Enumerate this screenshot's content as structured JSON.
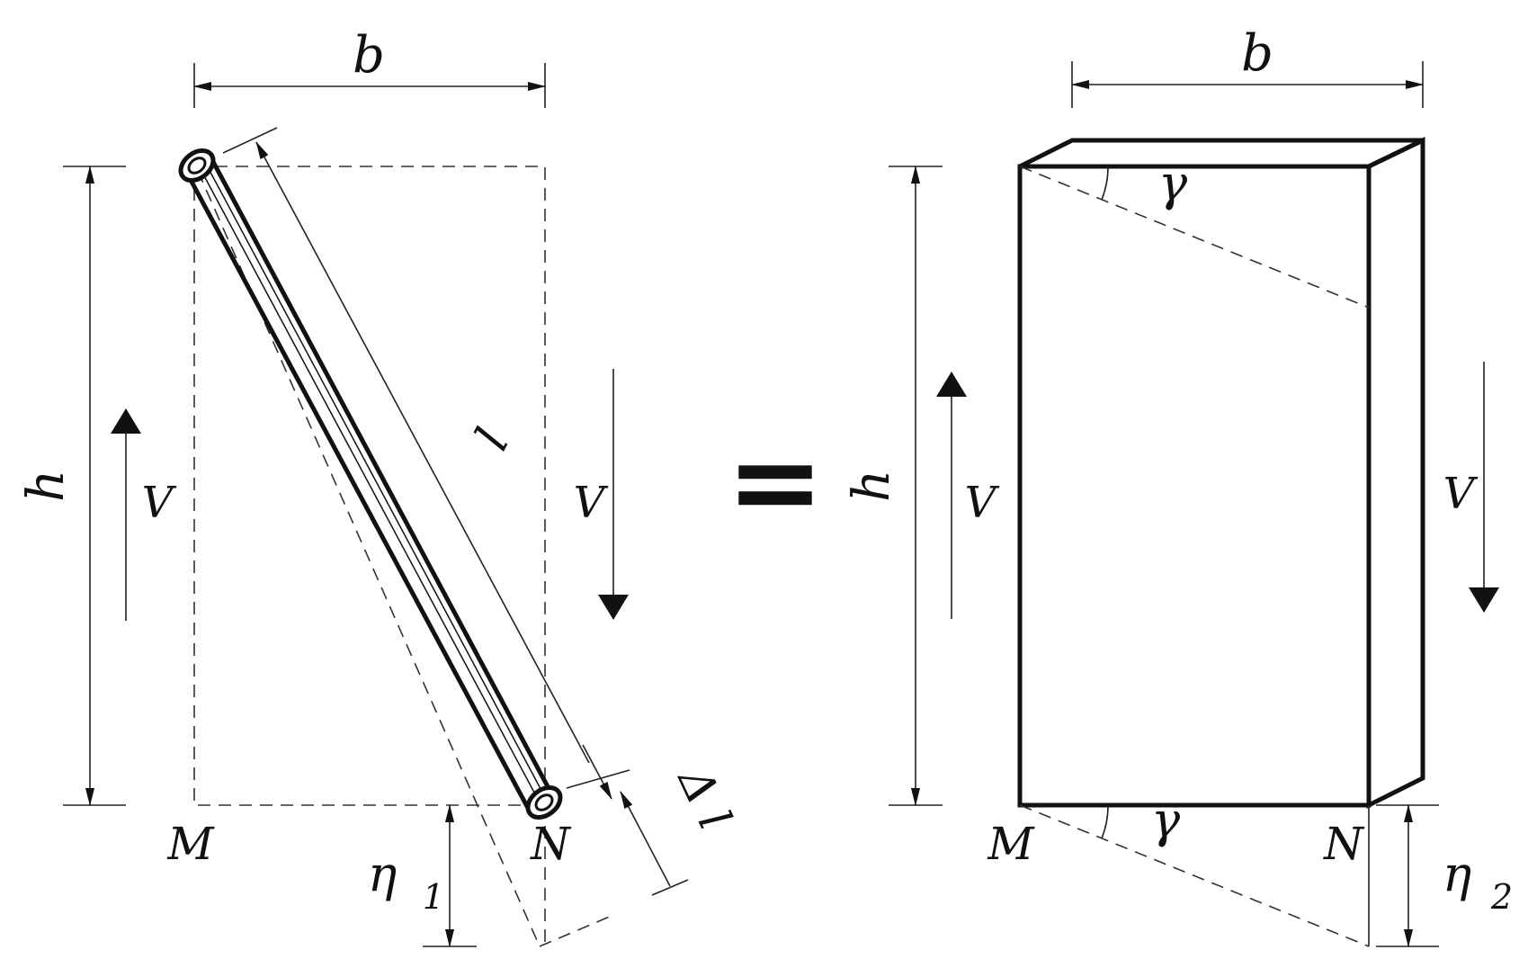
{
  "labels": {
    "b": "b",
    "h": "h",
    "V": "V",
    "l": "l",
    "delta_l": "Δ l",
    "M": "M",
    "N": "N",
    "eta": "η",
    "eta_sub_1": "1",
    "eta_sub_2": "2",
    "gamma": "γ",
    "equals": "="
  },
  "colors": {
    "ink": "#111111",
    "background": "#ffffff"
  }
}
